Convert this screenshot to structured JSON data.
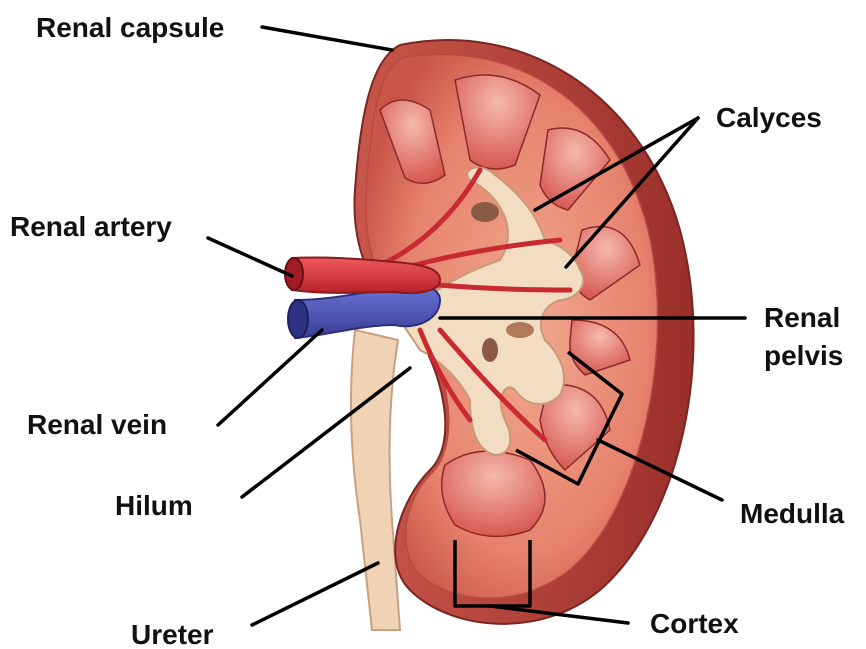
{
  "labels": {
    "renal_capsule": "Renal capsule",
    "calyces": "Calyces",
    "renal_artery": "Renal artery",
    "renal_pelvis_line1": "Renal",
    "renal_pelvis_line2": "pelvis",
    "renal_vein": "Renal vein",
    "hilum": "Hilum",
    "medulla": "Medulla",
    "ureter": "Ureter",
    "cortex": "Cortex"
  },
  "colors": {
    "capsule": "#b9403a",
    "cortex": "#e07b6a",
    "medulla": "#d9574f",
    "pelvis": "#f3ddc2",
    "artery": "#d8343a",
    "vein": "#4a55b8",
    "ureter": "#f0d2b5"
  }
}
